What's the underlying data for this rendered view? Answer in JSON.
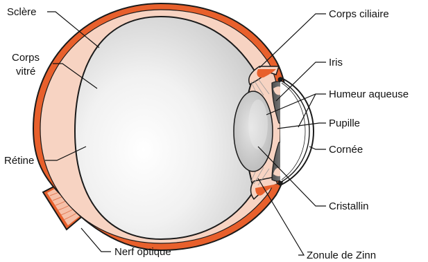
{
  "labels": {
    "sclere": "Sclère",
    "corps_vitre_1": "Corps",
    "corps_vitre_2": "vitré",
    "retine": "Rétine",
    "nerf_optique": "Nerf optique",
    "corps_ciliaire": "Corps ciliaire",
    "iris": "Iris",
    "humeur_aqueuse": "Humeur aqueuse",
    "pupille": "Pupille",
    "cornee": "Cornée",
    "cristallin": "Cristallin",
    "zonule": "Zonule de Zinn"
  },
  "colors": {
    "sclera": "#e8602c",
    "choroid_pink": "#f7d3c2",
    "vitreous": "#d7d7d7",
    "vitreous_light": "#f4f4f4",
    "outline": "#1a1a1a",
    "nerve": "#f09a7a"
  }
}
